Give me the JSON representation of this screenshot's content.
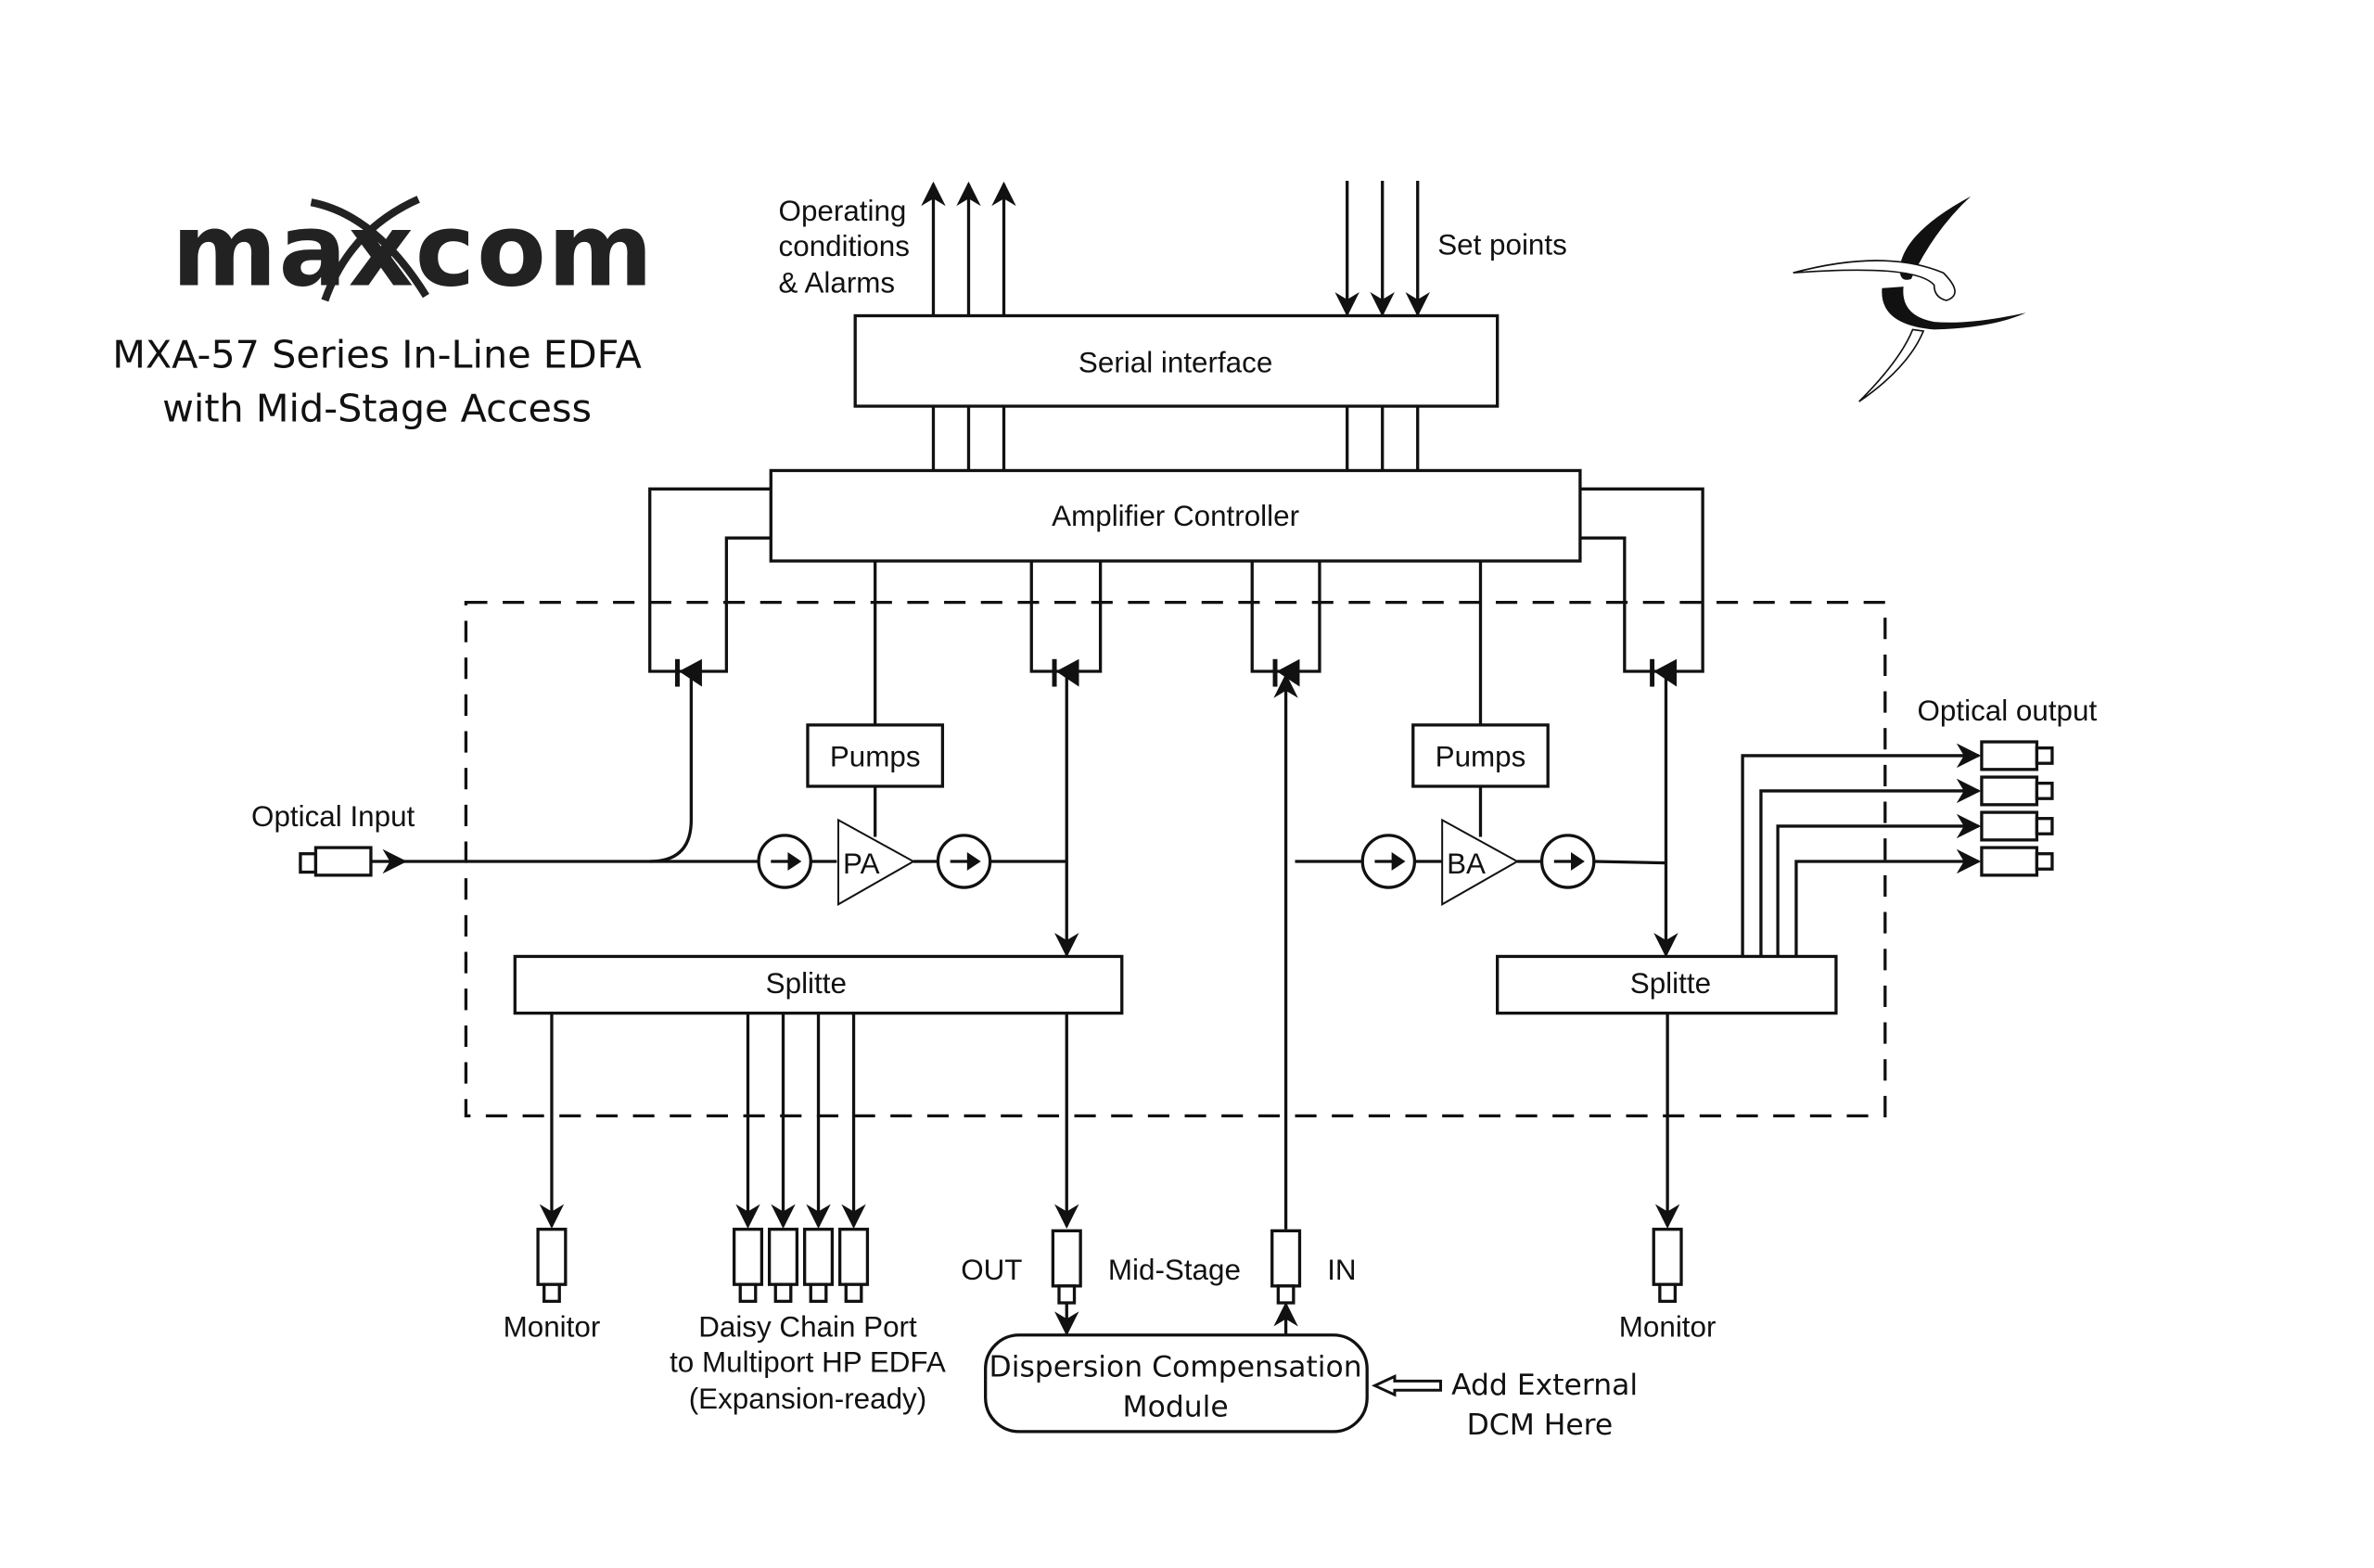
{
  "brand": {
    "logo_text": "maxcom",
    "title_line1": "MXA-57 Series In-Line EDFA",
    "title_line2": "with Mid-Stage Access"
  },
  "blocks": {
    "serial_interface": "Serial interface",
    "amplifier_controller": "Amplifier Controller",
    "pumps_left": "Pumps",
    "pumps_right": "Pumps",
    "preamp": "PA",
    "booster": "BA",
    "splitter_left": "Splitte",
    "splitter_right": "Splitte",
    "dcm_line1": "Dispersion Compensation",
    "dcm_line2": "Module"
  },
  "labels": {
    "operating_line1": "Operating",
    "operating_line2": "conditions",
    "operating_line3": "& Alarms",
    "set_points": "Set points",
    "optical_input": "Optical Input",
    "optical_output": "Optical output",
    "monitor_left": "Monitor",
    "monitor_right": "Monitor",
    "daisy_line1": "Daisy Chain Port",
    "daisy_line2": "to Multiport HP EDFA",
    "daisy_line3": "(Expansion-ready)",
    "out": "OUT",
    "mid_stage": "Mid-Stage",
    "in": "IN",
    "add_ext_line1": "Add External",
    "add_ext_line2": "DCM Here"
  },
  "icons": {
    "logo_swirl": "swirl-logo-icon",
    "photodiode": "photodiode-icon",
    "isolator": "isolator-icon",
    "amplifier": "amplifier-triangle-icon",
    "connector": "fiber-connector-icon"
  },
  "colors": {
    "line": "#111111",
    "background": "#ffffff"
  }
}
